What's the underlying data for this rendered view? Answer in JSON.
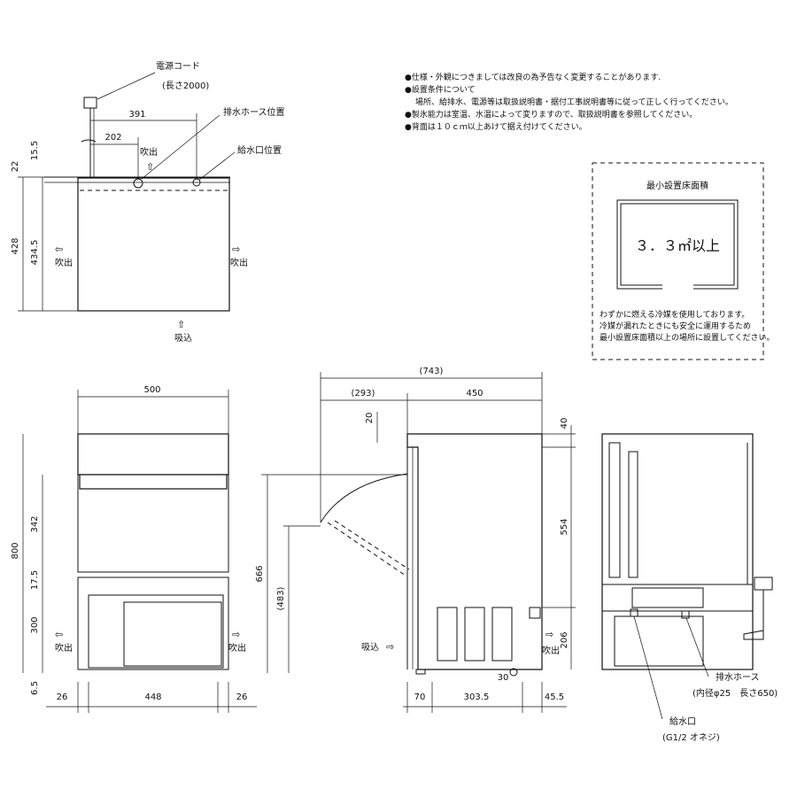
{
  "notes": [
    "●仕様・外観につきましては改良の為予告なく変更することがあります.",
    "●設置条件について",
    "場所、給排水、電源等は取扱説明書・据付工事説明書等に従って正しく行ってください。",
    "●製氷能力は室温、水温によって変りますので、取扱説明書を参照してください。",
    "●背面は１０ｃｍ以上あけて据え付けてください。"
  ],
  "area_box": {
    "title": "最小設置床面積",
    "value": "３．３㎡以上",
    "notes": [
      "わずかに燃える冷媒を使用しております。",
      "冷媒が漏れたときにも安全に運用するため",
      "最小設置床面積以上の場所に設置してください。"
    ]
  },
  "top_view": {
    "power_cord": "電源コード",
    "power_cord_length": "(長さ2000)",
    "drain_hose_pos": "排水ホース位置",
    "water_inlet_pos": "給水口位置",
    "dims": {
      "d391": "391",
      "d202": "202",
      "d15_5": "15.5",
      "d22": "22",
      "d428": "428",
      "d434_5": "434.5"
    },
    "exhaust": "吹出",
    "intake": "吸込"
  },
  "front_view": {
    "dims": {
      "width": "500",
      "height": "800",
      "d342": "342",
      "d17_5": "17.5",
      "d300": "300",
      "d6_5": "6.5",
      "d26a": "26",
      "d448": "448",
      "d26b": "26"
    },
    "exhaust": "吹出"
  },
  "side_view": {
    "dims": {
      "total": "(743)",
      "d293": "(293)",
      "d450": "450",
      "d20": "20",
      "d666": "666",
      "d483": "(483)",
      "d70": "70",
      "d303_5": "303.5",
      "d30": "30",
      "d45_5": "45.5",
      "d40": "40",
      "d554": "554",
      "d206": "206"
    },
    "intake": "吸込",
    "exhaust": "吹出"
  },
  "rear_view": {
    "drain_hose": "排水ホース",
    "drain_hose_spec": "(内径φ25　長さ650)",
    "water_inlet": "給水口",
    "water_inlet_spec": "(G1/2 オネジ)"
  }
}
